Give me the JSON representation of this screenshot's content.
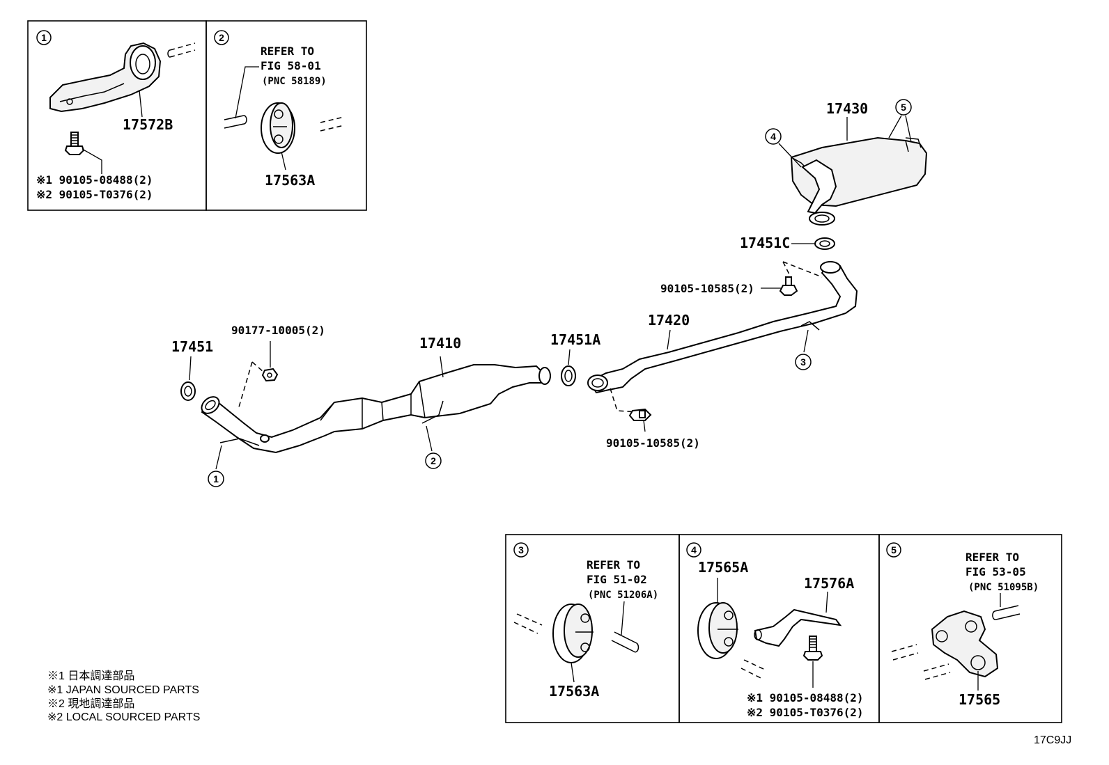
{
  "insets": {
    "i1": {
      "num": "1",
      "part": "17572B",
      "bolt1": "※1 90105-08488(2)",
      "bolt2": "※2 90105-T0376(2)"
    },
    "i2": {
      "num": "2",
      "ref1": "REFER TO",
      "ref2": "FIG 58-01",
      "ref3": "(PNC 58189)",
      "part": "17563A"
    },
    "i3": {
      "num": "3",
      "ref1": "REFER TO",
      "ref2": "FIG 51-02",
      "ref3": "(PNC 51206A)",
      "part": "17563A"
    },
    "i4": {
      "num": "4",
      "part_a": "17565A",
      "part_b": "17576A",
      "bolt1": "※1 90105-08488(2)",
      "bolt2": "※2 90105-T0376(2)"
    },
    "i5": {
      "num": "5",
      "ref1": "REFER TO",
      "ref2": "FIG 53-05",
      "ref3": "(PNC 51095B)",
      "part": "17565"
    }
  },
  "main": {
    "p17451": "17451",
    "p90177": "90177-10005(2)",
    "p17410": "17410",
    "p17451A": "17451A",
    "p17420": "17420",
    "p17430": "17430",
    "p17451C": "17451C",
    "bolt_upper": "90105-10585(2)",
    "bolt_lower": "90105-10585(2)",
    "c1": "1",
    "c2": "2",
    "c3": "3",
    "c4": "4",
    "c5": "5"
  },
  "notes": [
    "※1  日本調達部品",
    "※1  JAPAN SOURCED PARTS",
    "※2  現地調達部品",
    "※2  LOCAL SOURCED PARTS"
  ],
  "figure_code": "17C9JJ"
}
